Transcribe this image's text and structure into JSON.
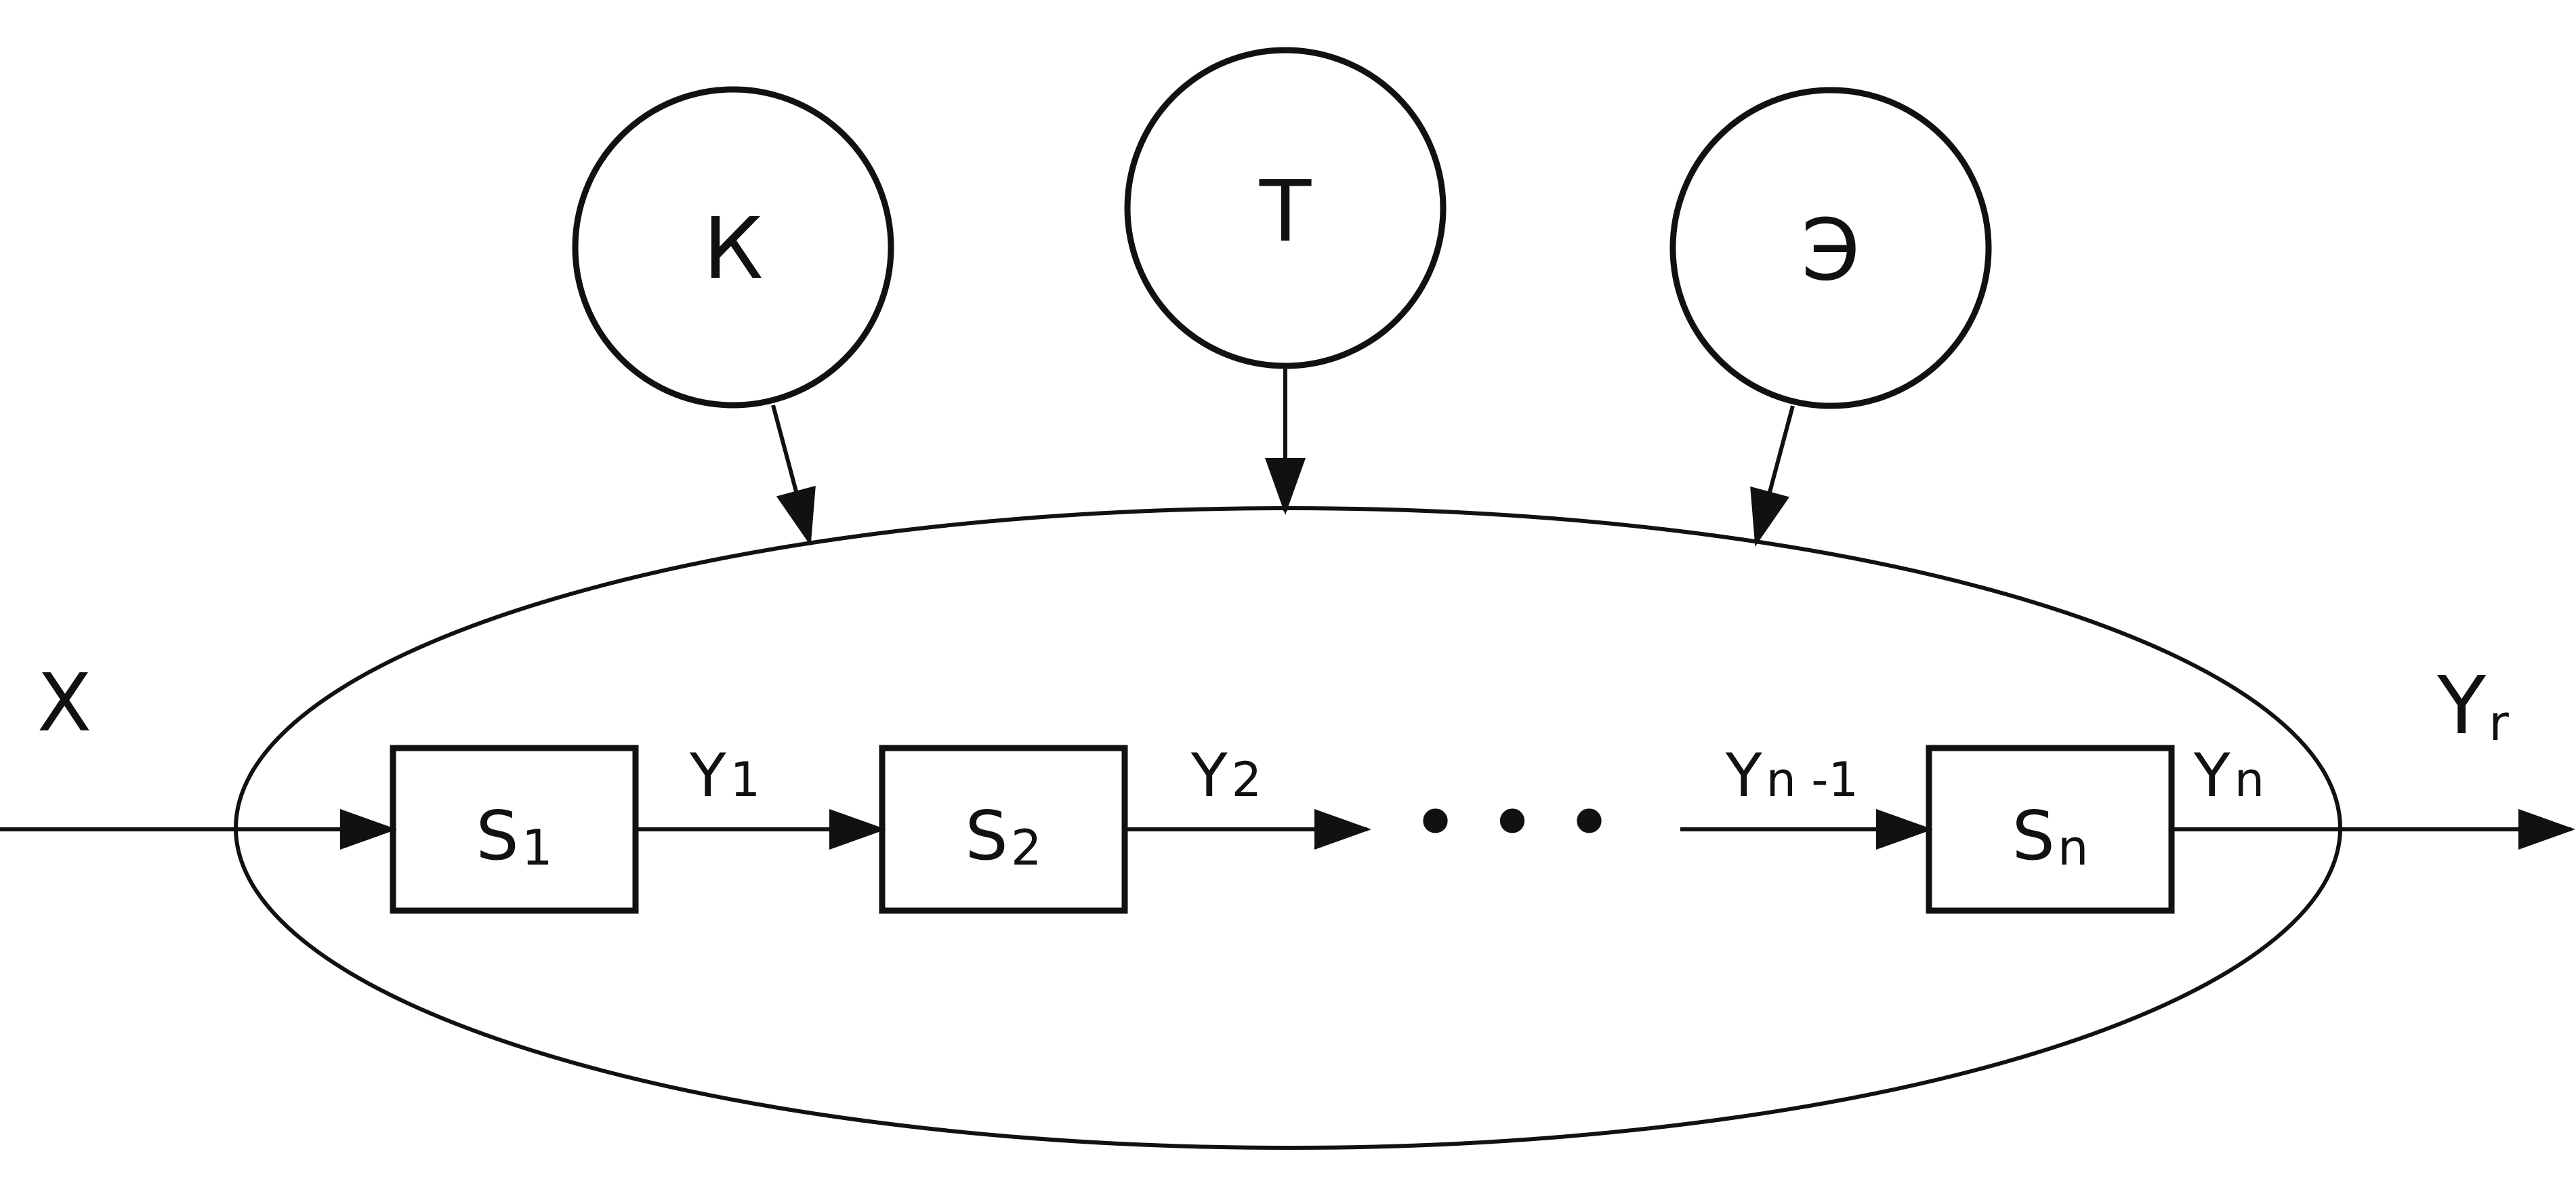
{
  "diagram": {
    "input": {
      "label": "X"
    },
    "output": {
      "label": "Y",
      "subscript": "r"
    },
    "influences": [
      {
        "label": "К"
      },
      {
        "label": "Т"
      },
      {
        "label": "Э"
      }
    ],
    "blocks": [
      {
        "label": "S",
        "subscript": "1"
      },
      {
        "label": "S",
        "subscript": "2"
      },
      {
        "label": "S",
        "subscript": "n"
      }
    ],
    "signals": [
      {
        "label": "Y",
        "subscript": "1"
      },
      {
        "label": "Y",
        "subscript": "2"
      },
      {
        "label": "Y",
        "subscript": "n -1"
      },
      {
        "label": "Y",
        "subscript": "n"
      }
    ],
    "ellipsis": "• • •"
  }
}
